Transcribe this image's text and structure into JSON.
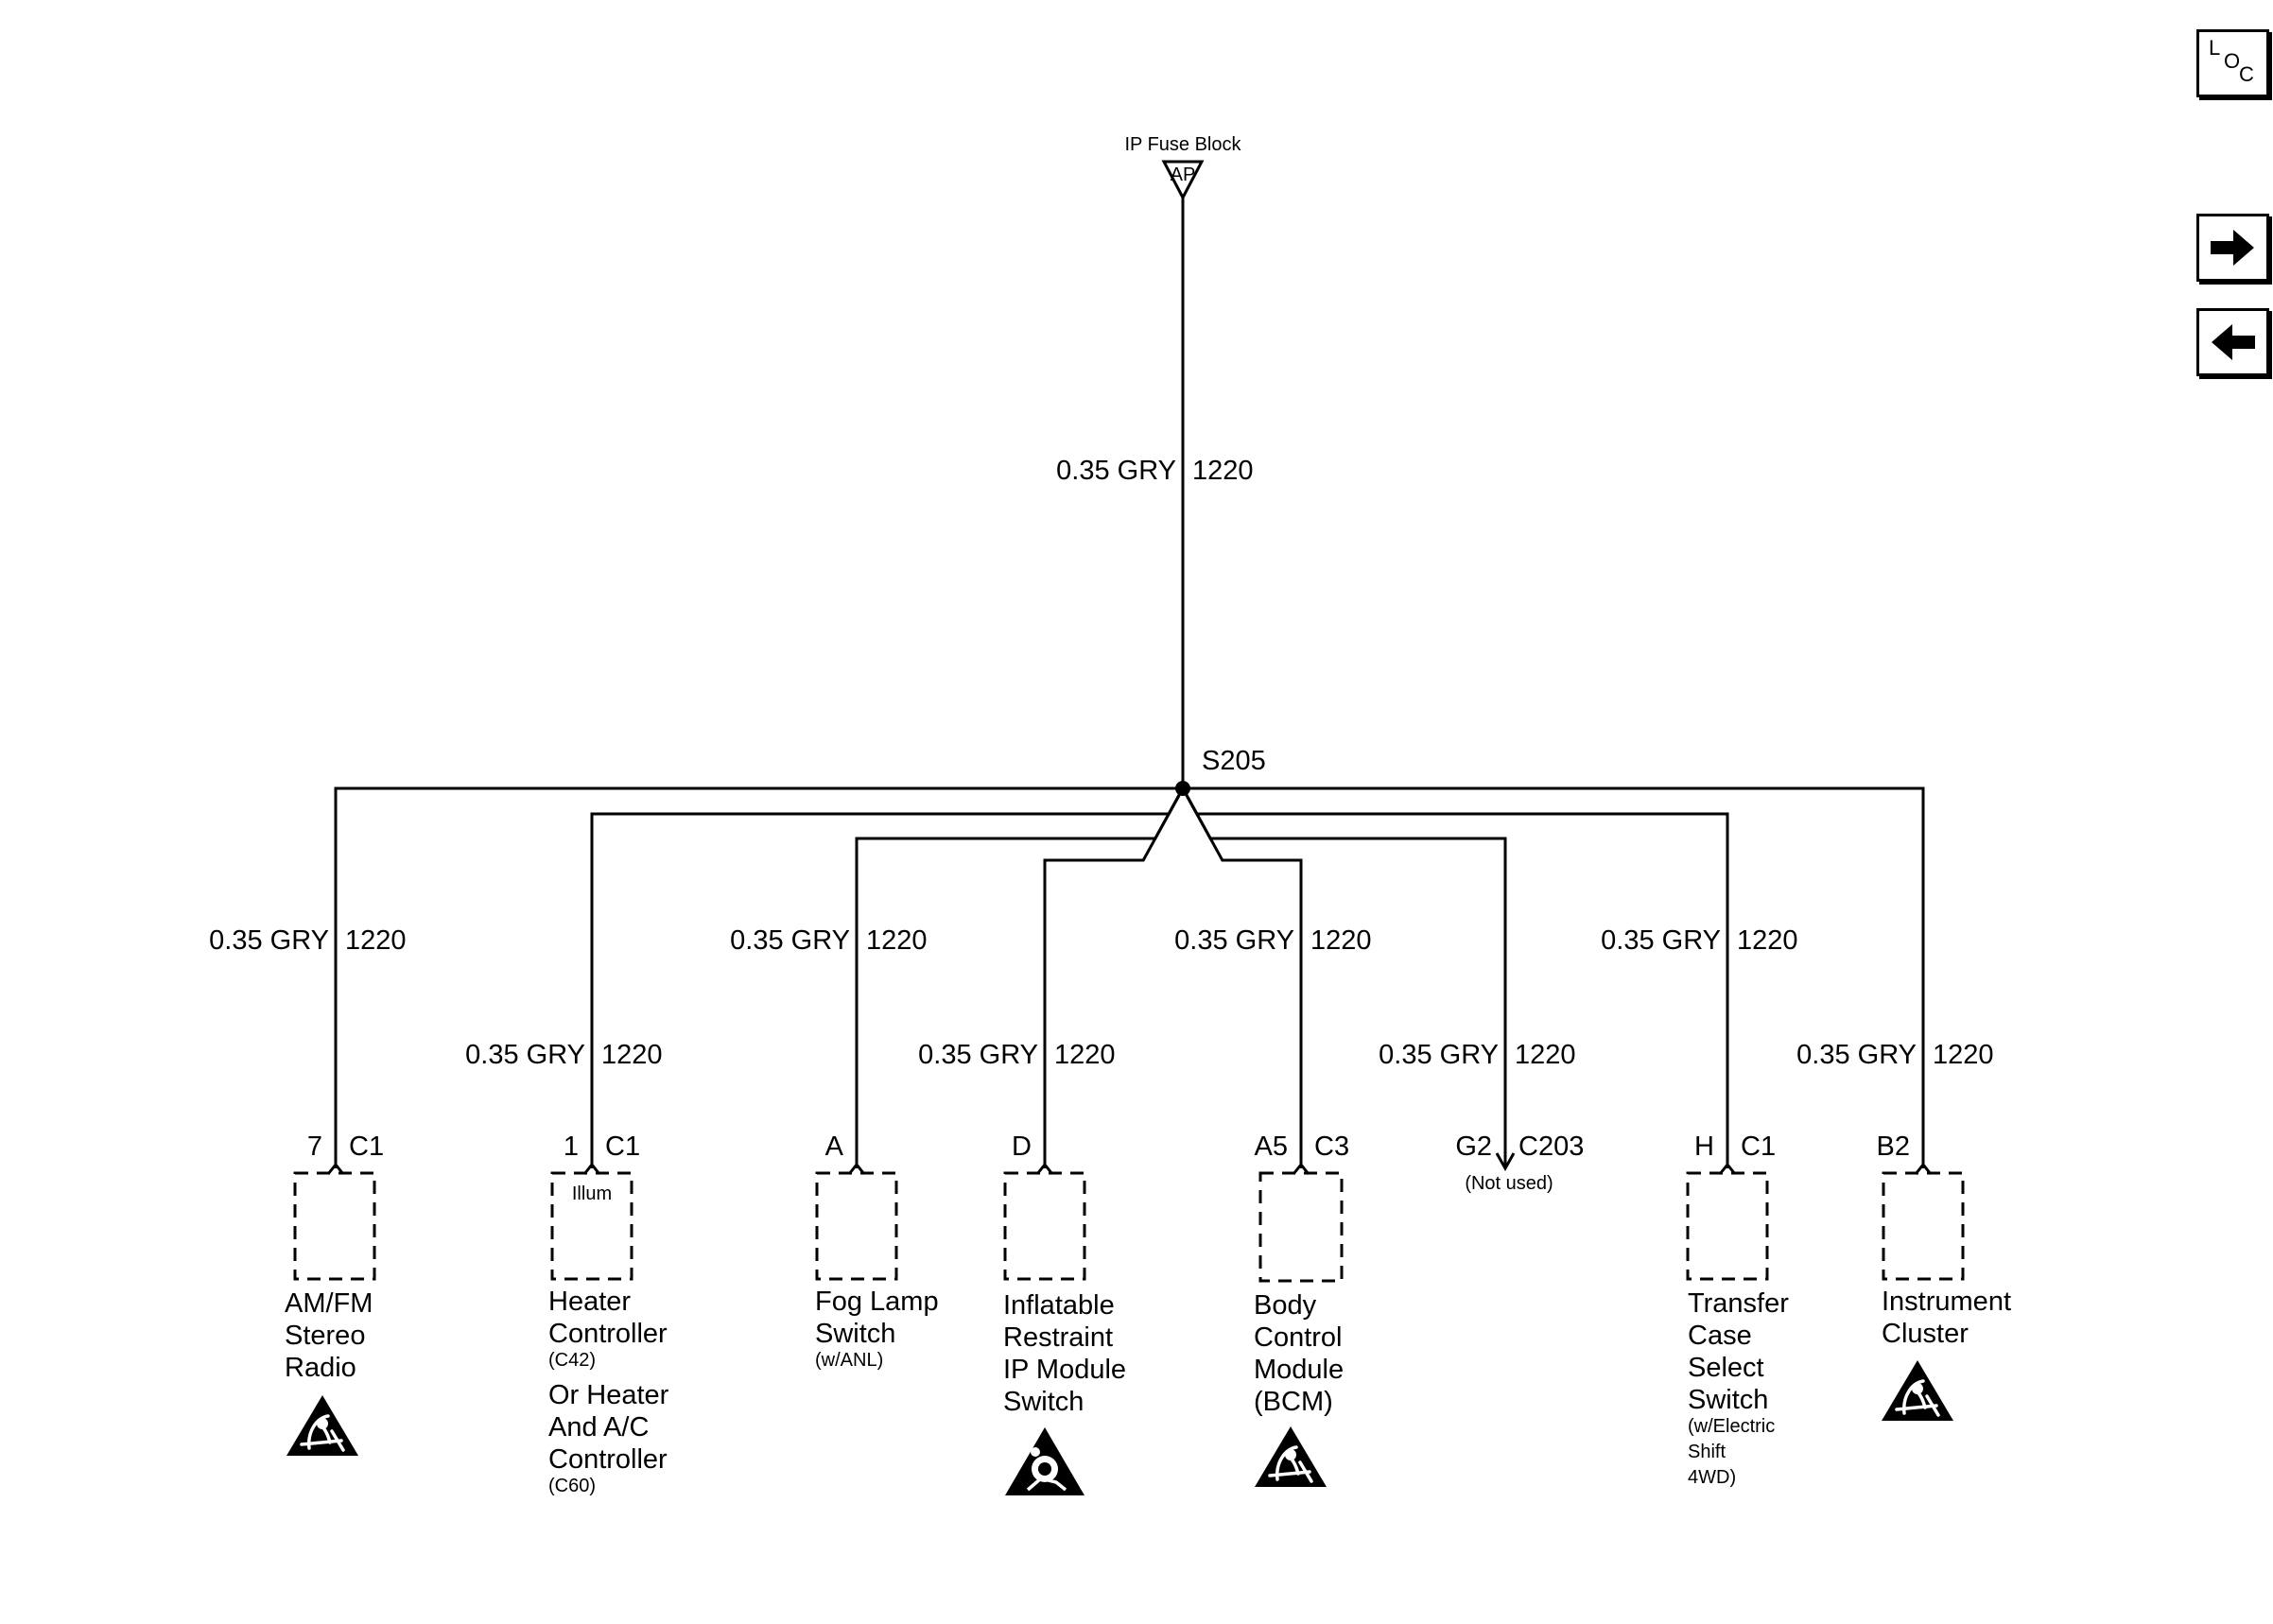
{
  "source": {
    "label": "IP Fuse Block",
    "code": "AP"
  },
  "main_wire": {
    "gauge": "0.35 GRY",
    "circuit": "1220"
  },
  "splice": "S205",
  "nav": {
    "loc": {
      "l": "L",
      "o": "O",
      "c": "C"
    },
    "forward_icon": "arrow-right-icon",
    "back_icon": "arrow-left-icon"
  },
  "branches": [
    {
      "gauge": "0.35 GRY",
      "circuit": "1220",
      "pin": "7",
      "connector": "C1",
      "lines": [
        {
          "t": "AM/FM"
        },
        {
          "t": "Stereo"
        },
        {
          "t": "Radio"
        }
      ],
      "esd": "esd-sensitive-icon"
    },
    {
      "gauge": "0.35 GRY",
      "circuit": "1220",
      "pin": "1",
      "connector": "C1",
      "inner": "Illum",
      "lines": [
        {
          "t": "Heater"
        },
        {
          "t": "Controller"
        },
        {
          "t": "(C42)",
          "s": true
        },
        {
          "t": "Or Heater"
        },
        {
          "t": "And A/C"
        },
        {
          "t": "Controller"
        },
        {
          "t": "(C60)",
          "s": true
        }
      ]
    },
    {
      "gauge": "0.35 GRY",
      "circuit": "1220",
      "pin": "A",
      "connector": "",
      "lines": [
        {
          "t": "Fog Lamp"
        },
        {
          "t": "Switch"
        },
        {
          "t": "(w/ANL)",
          "s": true
        }
      ]
    },
    {
      "gauge": "0.35 GRY",
      "circuit": "1220",
      "pin": "D",
      "connector": "",
      "lines": [
        {
          "t": "Inflatable"
        },
        {
          "t": "Restraint"
        },
        {
          "t": "IP Module"
        },
        {
          "t": "Switch"
        }
      ],
      "esd": "airbag-warning-icon"
    },
    {
      "gauge": "0.35 GRY",
      "circuit": "1220",
      "pin": "A5",
      "connector": "C3",
      "lines": [
        {
          "t": "Body"
        },
        {
          "t": "Control"
        },
        {
          "t": "Module"
        },
        {
          "t": "(BCM)"
        }
      ],
      "esd": "esd-sensitive-icon"
    },
    {
      "gauge": "0.35 GRY",
      "circuit": "1220",
      "pin": "G2",
      "connector": "C203",
      "note": "(Not used)"
    },
    {
      "gauge": "0.35 GRY",
      "circuit": "1220",
      "pin": "H",
      "connector": "C1",
      "lines": [
        {
          "t": "Transfer"
        },
        {
          "t": "Case"
        },
        {
          "t": "Select"
        },
        {
          "t": "Switch"
        },
        {
          "t": "(w/Electric",
          "s": true
        },
        {
          "t": "Shift",
          "s": true
        },
        {
          "t": "4WD)",
          "s": true
        }
      ]
    },
    {
      "gauge": "0.35 GRY",
      "circuit": "1220",
      "pin": "B2",
      "connector": "",
      "lines": [
        {
          "t": "Instrument"
        },
        {
          "t": "Cluster"
        }
      ],
      "esd": "esd-sensitive-icon"
    }
  ]
}
